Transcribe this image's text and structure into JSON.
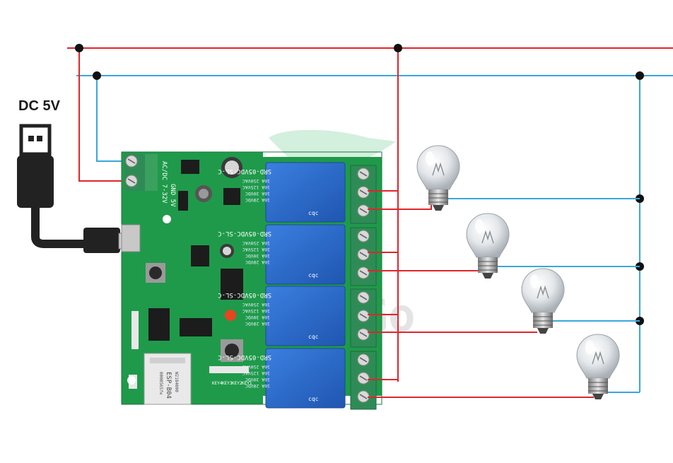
{
  "supply": {
    "label": "DC 5V"
  },
  "board": {
    "input_label": "AC/DC 7-32V",
    "gnd_label": "GND 5V",
    "key_labels": [
      "KEY4",
      "KEY3",
      "KEY2",
      "KEY1"
    ],
    "module_label": "ESP-B04",
    "module_code_1": "0000565fe",
    "module_code_2": "W2184000"
  },
  "relays": {
    "count": 4,
    "model": "SRD-05VDC-SL-C",
    "ratings": [
      "10A 250VAC",
      "10A 125VAC",
      "10A 30VDC",
      "10A 28VDC"
    ],
    "cert": "cqc"
  },
  "loads": {
    "count": 4,
    "type": "lamp"
  },
  "watermark": "eMoGo",
  "colors": {
    "live": "#e0252b",
    "neutral": "#3aa7d8",
    "pcb": "#1f9a4a",
    "relay": "#2f6fcf",
    "terminal": "#2e8b57"
  },
  "icons": {
    "usb": "usb-plug-icon",
    "lamp": "light-bulb-icon"
  }
}
